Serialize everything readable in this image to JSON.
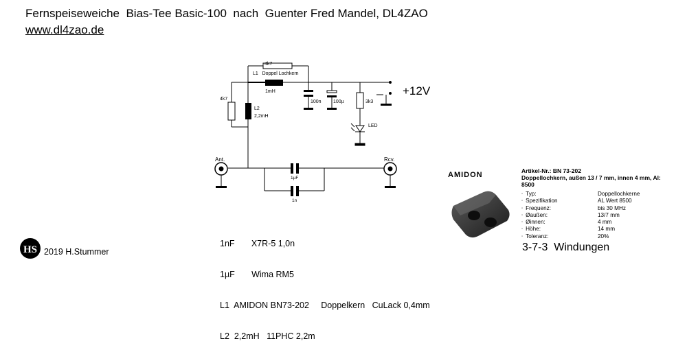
{
  "header": {
    "title": "Fernspeiseweiche  Bias-Tee Basic-100  nach  Guenter Fred Mandel, DL4ZAO",
    "url": "www.dl4zao.de"
  },
  "schematic": {
    "r_top": "4k7",
    "l1_desc": "L1   Doppel Lochkern",
    "l1_value": "1mH",
    "r_left": "4k7",
    "l2_name": "L2",
    "l2_value": "2,2mH",
    "c_100n": "100n",
    "c_100u": "100µ",
    "r_led": "3k3",
    "led": "LED",
    "voltage": "+12V",
    "ant": "Ant.",
    "rcv": "Rcv.",
    "c_1uF": "1µF",
    "c_1n": "1n"
  },
  "parts": [
    "1nF       X7R-5 1,0n",
    "1µF       Wima RM5",
    "L1  AMIDON BN73-202     Doppelkern   CuLack 0,4mm",
    "L2  2,2mH   11PHC 2,2m"
  ],
  "footer": {
    "logo_text": "HS",
    "copyright": "2019 H.Stummer"
  },
  "datasheet": {
    "brand": "AMIDON",
    "article": "Artikel-Nr.: BN 73-202",
    "desc": "Doppellochkern, außen 13 / 7 mm, innen 4 mm, Al: 8500",
    "specs": [
      {
        "k": "Typ:",
        "v": "Doppellochkerne"
      },
      {
        "k": "Spezifikation",
        "v": "AL Wert 8500"
      },
      {
        "k": "Frequenz:",
        "v": "bis 30 MHz"
      },
      {
        "k": "Øaußen:",
        "v": "13/7 mm"
      },
      {
        "k": "Øinnen:",
        "v": "4 mm"
      },
      {
        "k": "Höhe:",
        "v": "14 mm"
      },
      {
        "k": "Toleranz:",
        "v": "20%"
      }
    ],
    "windings": "3-7-3  Windungen"
  }
}
